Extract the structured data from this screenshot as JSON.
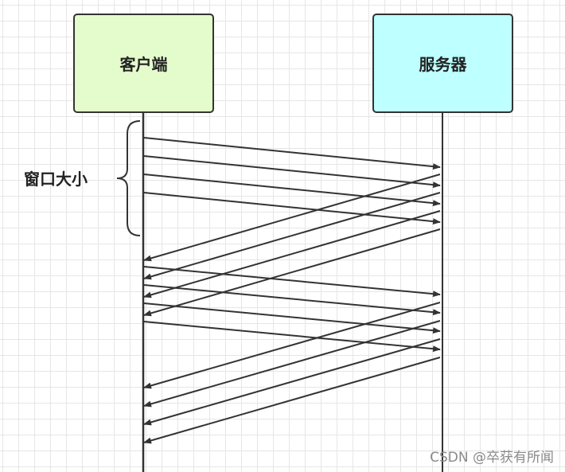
{
  "client": {
    "label": "客户端",
    "color": "#e4fbcc"
  },
  "server": {
    "label": "服务器",
    "color": "#beffff"
  },
  "window_label": "窗口大小",
  "watermark": "CSDN @卒获有所闻",
  "line_color": "#333333",
  "arrow_groups": [
    {
      "direction": "client-to-server",
      "count": 4
    },
    {
      "direction": "server-to-client",
      "count": 4
    },
    {
      "direction": "client-to-server",
      "count": 4
    },
    {
      "direction": "server-to-client",
      "count": 4
    }
  ]
}
